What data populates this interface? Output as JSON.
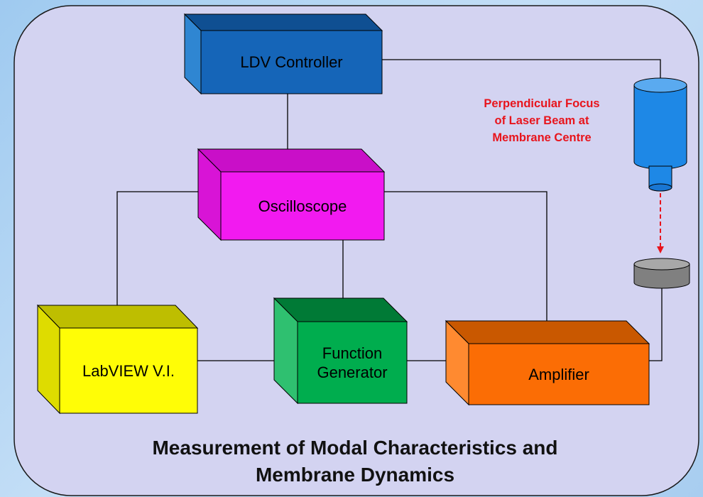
{
  "diagram": {
    "blocks": {
      "ldv": {
        "label": "LDV Controller",
        "front": "#1565b8",
        "top": "#0f4f92",
        "side": "#2f86d2"
      },
      "osc": {
        "label": "Oscilloscope",
        "front": "#f21af0",
        "top": "#c90fc8",
        "side": "#d814d6"
      },
      "labview": {
        "label": "LabVIEW V.I.",
        "front": "#fffd06",
        "top": "#bebe00",
        "side": "#dedc00"
      },
      "funcgen": {
        "label": "Function\nGenerator",
        "front": "#00ad4e",
        "top": "#007a36",
        "side": "#2fc070"
      },
      "amp": {
        "label": "Amplifier",
        "front": "#fb6d05",
        "top": "#c95800",
        "side": "#ff8a30"
      }
    },
    "laser_note": "Perpendicular Focus\nof Laser Beam at\nMembrane Centre",
    "caption_line1": "Measurement of Modal Characteristics and",
    "caption_line2": "Membrane Dynamics",
    "colors": {
      "panel": "#d3d3f1",
      "panel_border": "#1a1a1a",
      "wire": "#000000",
      "laser_head": "#1e88e6",
      "membrane": "#808080",
      "beam": "#e8141c",
      "note": "#e8141c"
    }
  }
}
